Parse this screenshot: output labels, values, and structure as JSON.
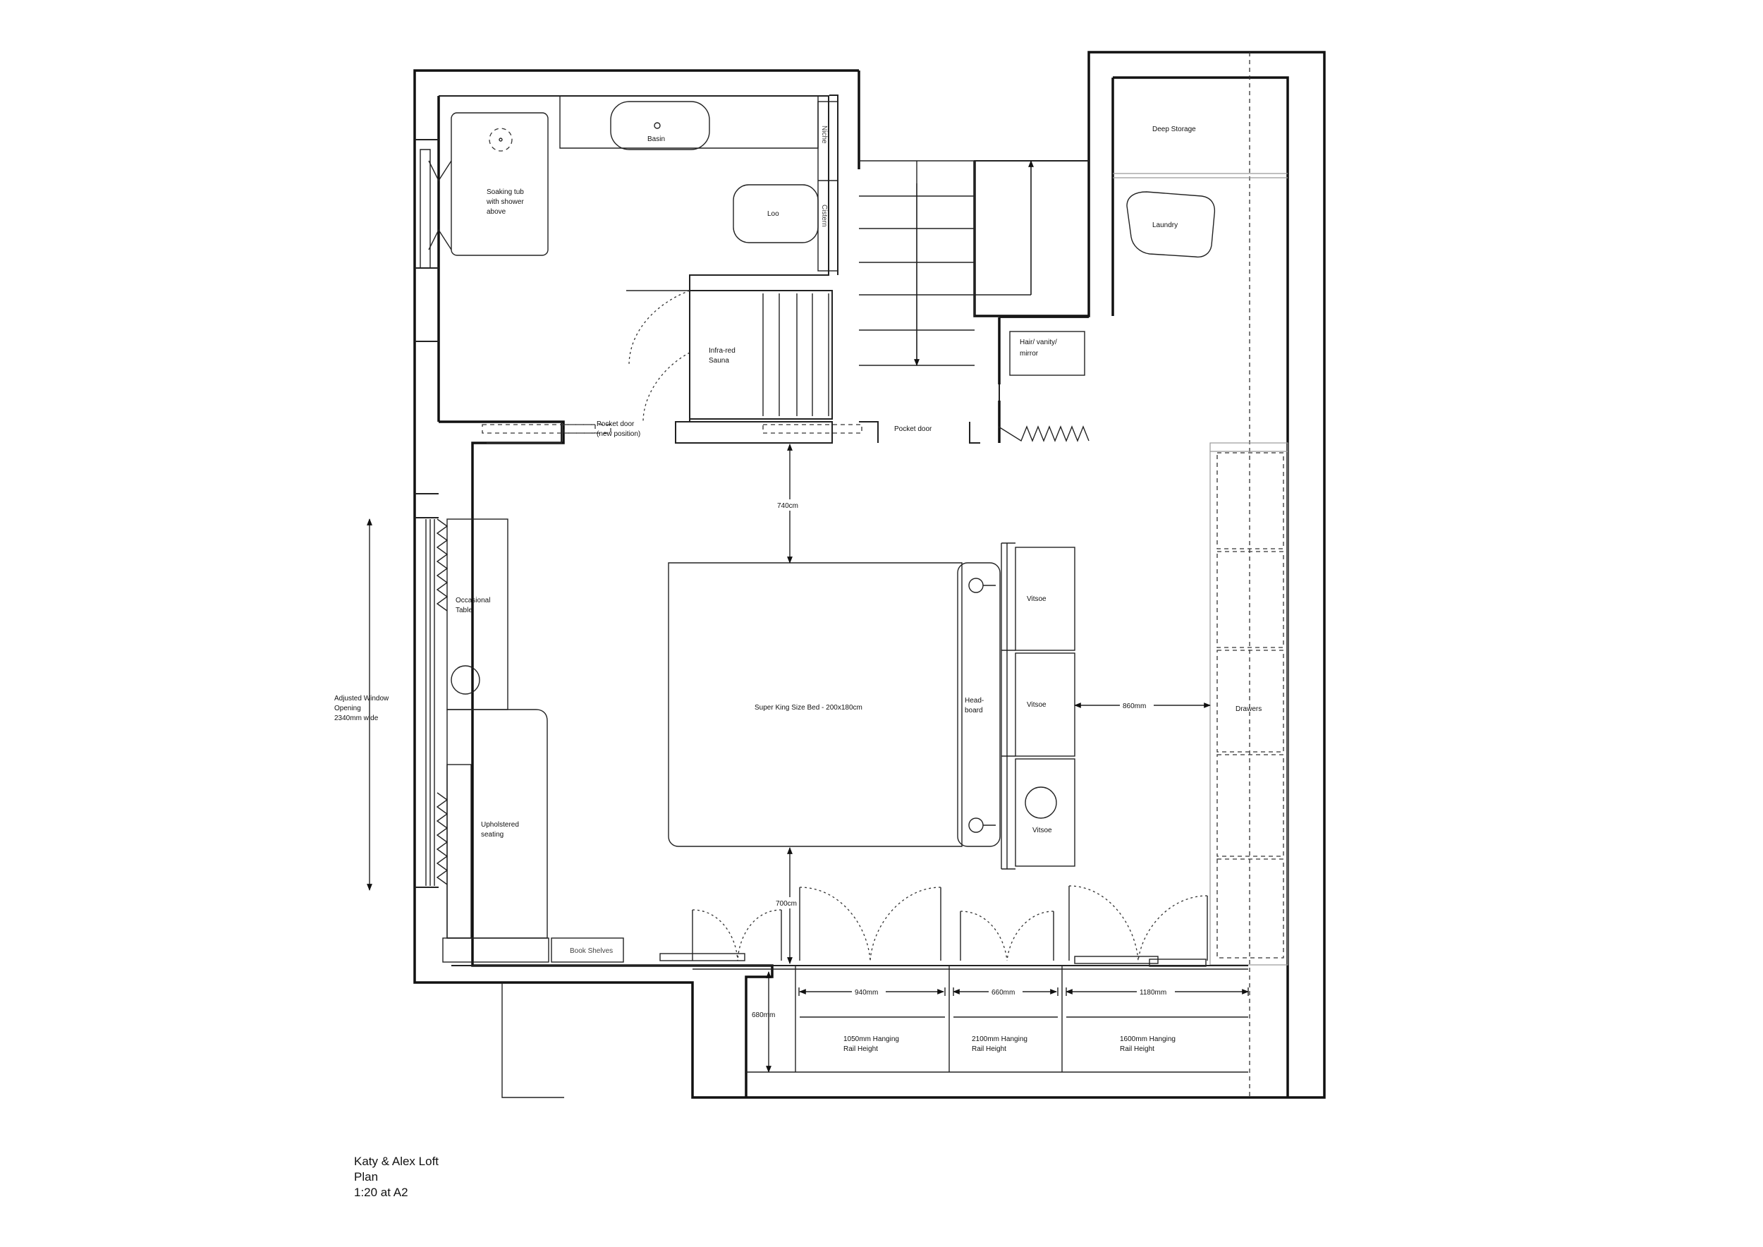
{
  "plan": {
    "rooms": {
      "basin": "Basin",
      "tub": [
        "Soaking tub",
        "with shower",
        "above"
      ],
      "loo": "Loo",
      "niche": "Niche",
      "cistern": "Cistern",
      "sauna": [
        "Infra-red",
        "Sauna"
      ],
      "pocket_door_new": [
        "Pocket door",
        "(new position)"
      ],
      "pocket_door": "Pocket door",
      "deep_storage": "Deep Storage",
      "laundry": "Laundry",
      "hair_vanity": [
        "Hair/ vanity/",
        "mirror"
      ],
      "occasional_table": [
        "Occasional",
        "Table"
      ],
      "window": [
        "Adjusted Window",
        "Opening",
        "2340mm wide"
      ],
      "upholstered": [
        "Upholstered",
        "seating"
      ],
      "bed": "Super King Size Bed - 200x180cm",
      "headboard": [
        "Head-",
        "board"
      ],
      "vitsoe_1": "Vitsoe",
      "vitsoe_2": "Vitsoe",
      "vitsoe_3": "Vitsoe",
      "drawers": "Drawers",
      "book_shelves": "Book Shelves",
      "wardrobe_1": [
        "1050mm Hanging",
        "Rail Height"
      ],
      "wardrobe_2": [
        "2100mm Hanging",
        "Rail Height"
      ],
      "wardrobe_3": [
        "1600mm Hanging",
        "Rail Height"
      ]
    },
    "dimensions": {
      "d740": "740cm",
      "d700": "700cm",
      "d860": "860mm",
      "d680": "680mm",
      "d940": "940mm",
      "d660": "660mm",
      "d1180": "1180mm"
    }
  },
  "title_block": {
    "line1": "Katy & Alex Loft",
    "line2": "Plan",
    "line3": "1:20 at A2"
  }
}
